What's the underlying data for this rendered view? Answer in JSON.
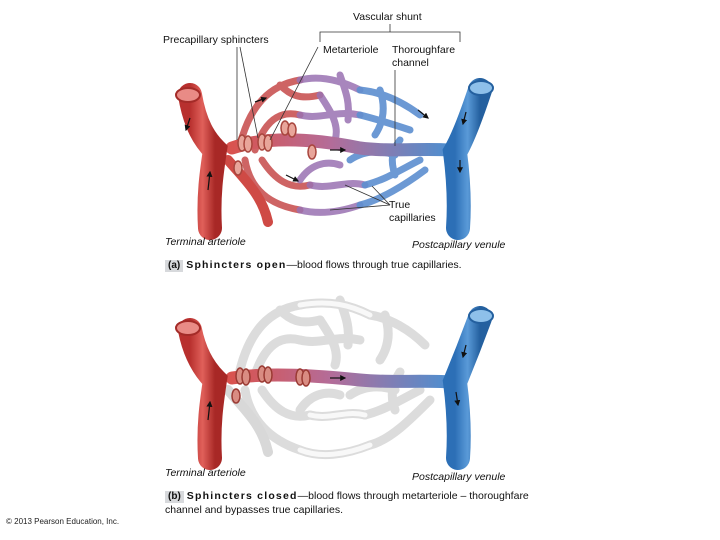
{
  "labels": {
    "vascular_shunt": "Vascular shunt",
    "precapillary_sphincters": "Precapillary sphincters",
    "metarteriole": "Metarteriole",
    "thoroughfare_line1": "Thoroughfare",
    "thoroughfare_line2": "channel",
    "true_capillaries_line1": "True",
    "true_capillaries_line2": "capillaries",
    "terminal_arteriole": "Terminal arteriole",
    "postcapillary_venule": "Postcapillary venule"
  },
  "captions": {
    "a": {
      "tag": "(a)",
      "lead": "Sphincters open",
      "text": "—blood flows through true capillaries."
    },
    "b": {
      "tag": "(b)",
      "lead": "Sphincters closed",
      "text": "—blood flows through metarteriole – thoroughfare",
      "text_line2": "channel and bypasses true capillaries."
    }
  },
  "copyright": "© 2013 Pearson Education, Inc.",
  "colors": {
    "arterial": "#d9534f",
    "venous": "#3a7fc6",
    "closed_capillary": "#dcdcdc",
    "sphincter": "#e8a59a"
  }
}
